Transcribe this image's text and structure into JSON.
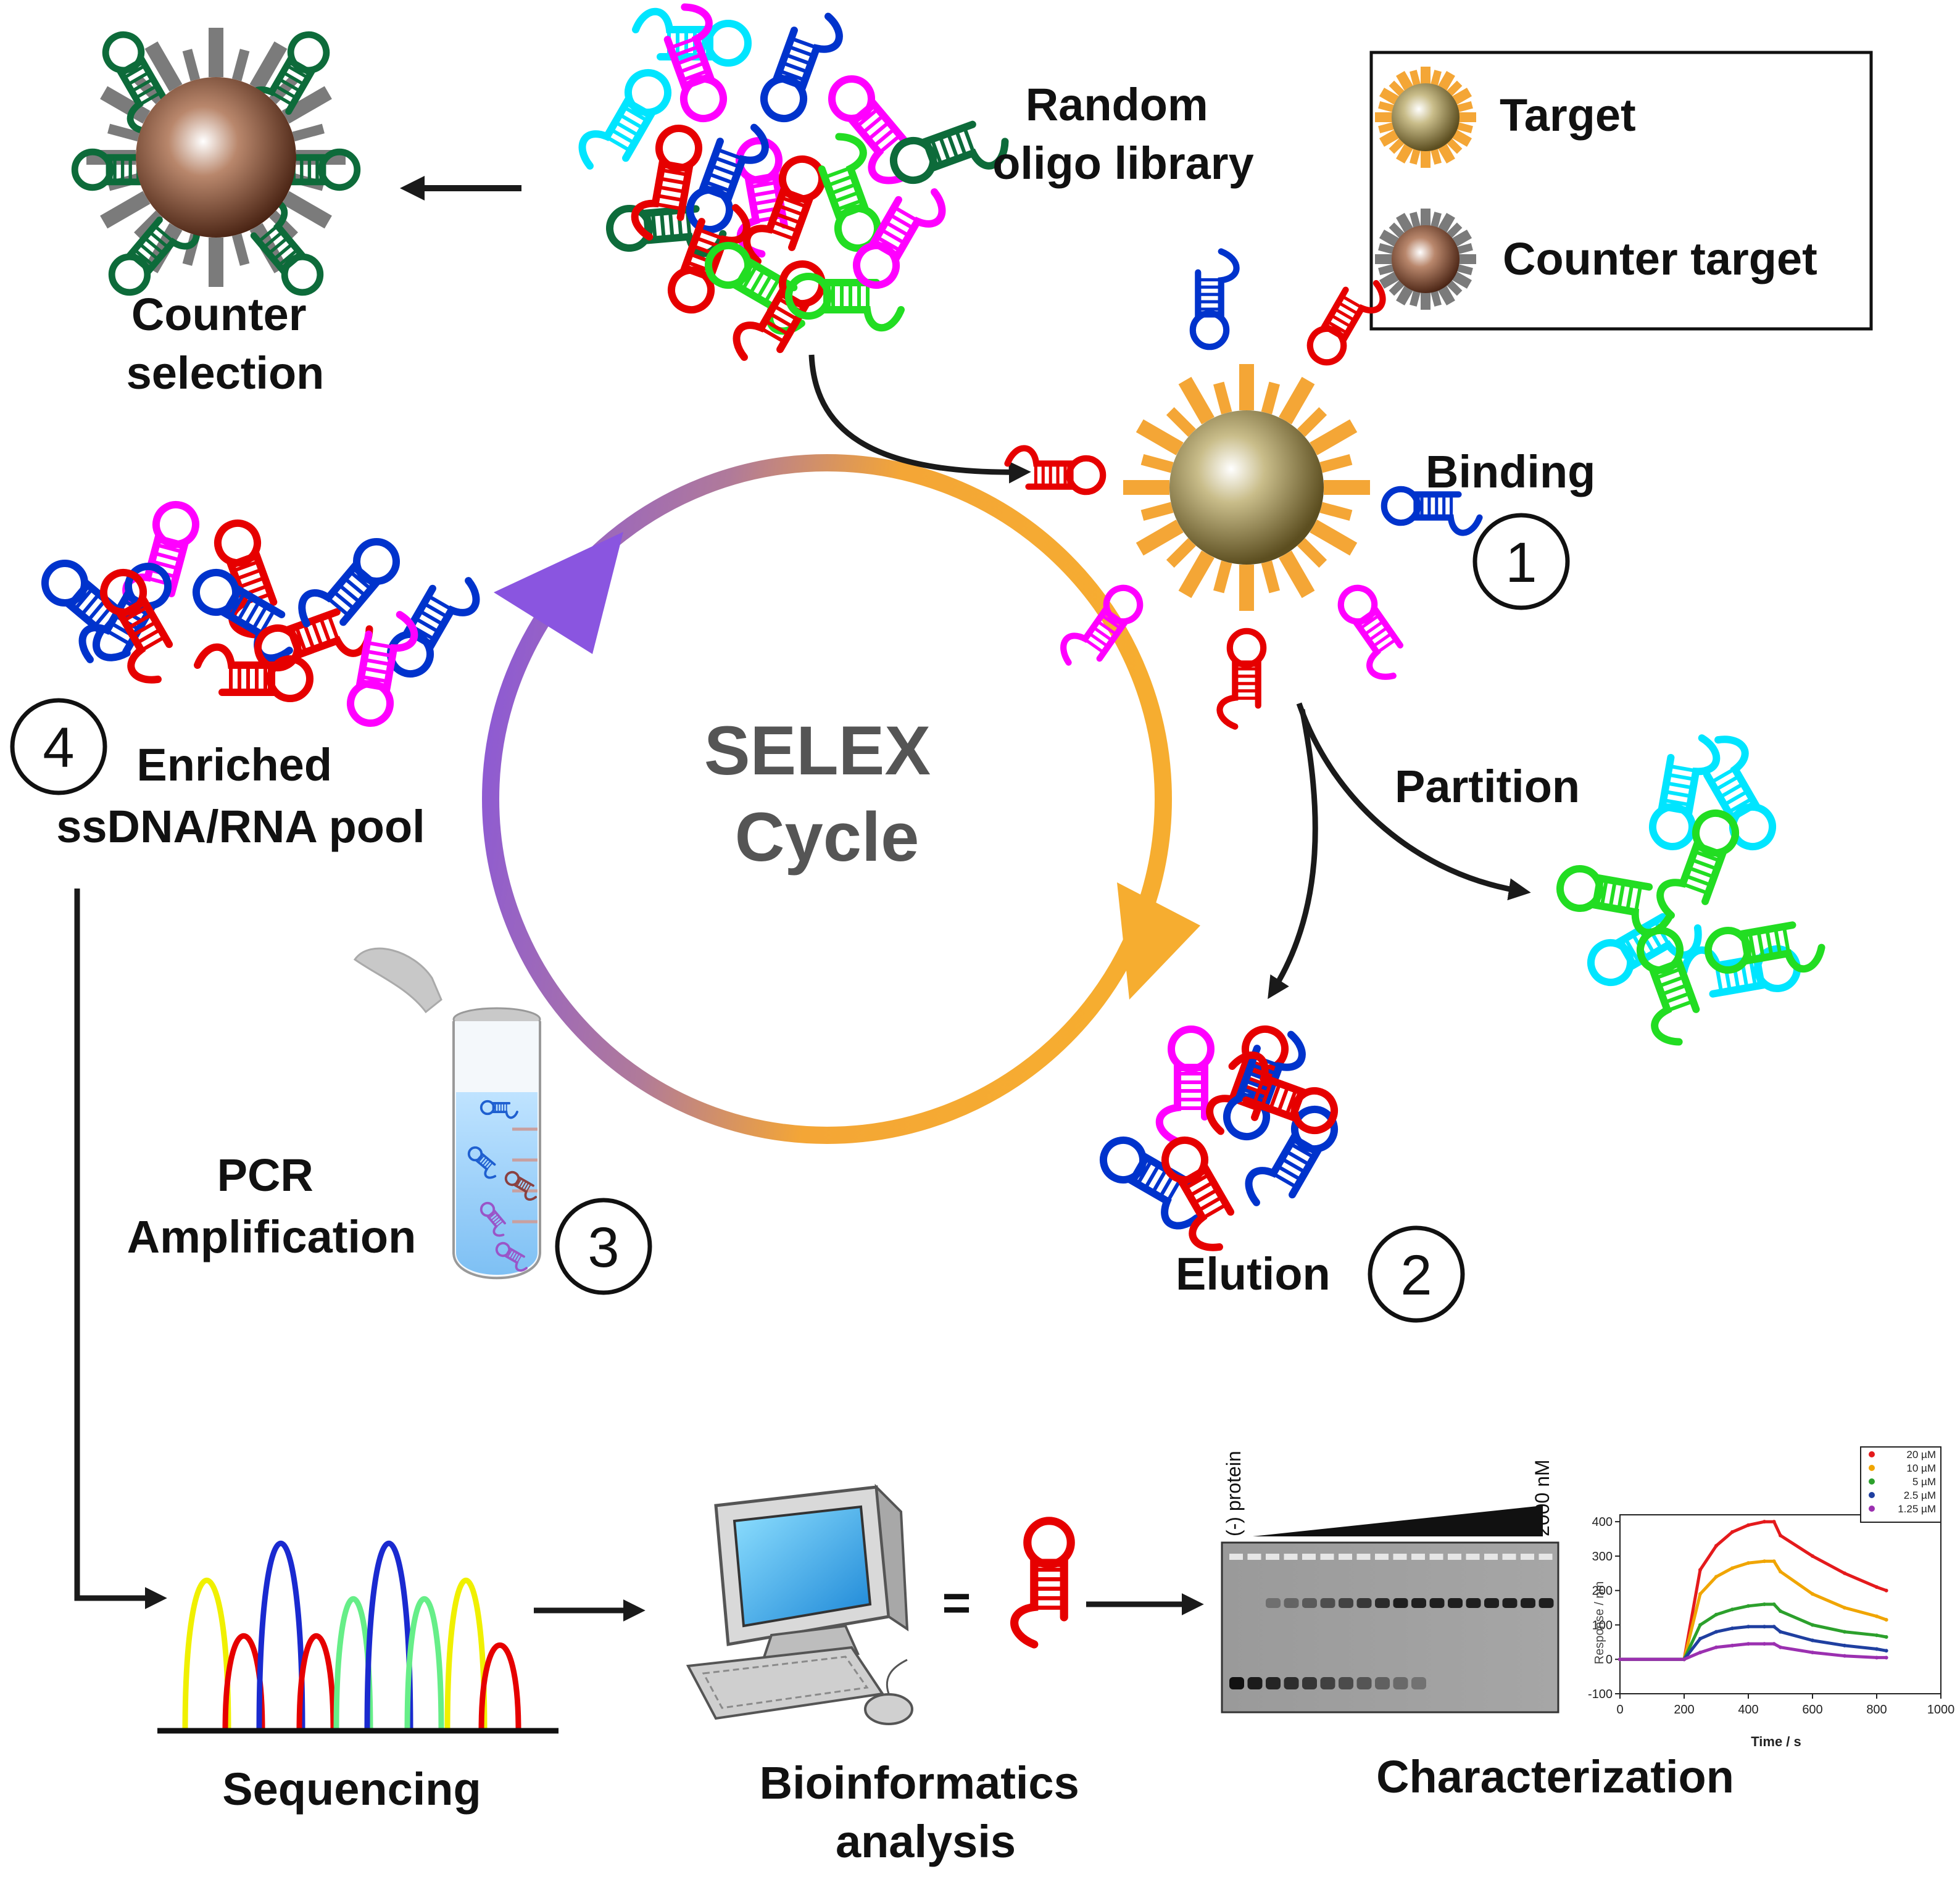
{
  "labels": {
    "random_library": [
      "Random",
      "oligo library"
    ],
    "counter_selection": [
      "Counter",
      "selection"
    ],
    "binding": "Binding",
    "partition": "Partition",
    "elution": "Elution",
    "pcr": [
      "PCR",
      "Amplification"
    ],
    "enriched": [
      "Enriched",
      "ssDNA/RNA pool"
    ],
    "cycle": [
      "SELEX",
      "Cycle"
    ],
    "sequencing": "Sequencing",
    "bioinformatics": [
      "Bioinformatics",
      "analysis"
    ],
    "characterization": "Characterization",
    "equals": "="
  },
  "steps": [
    "1",
    "2",
    "3",
    "4"
  ],
  "legend": {
    "target": "Target",
    "counter_target": "Counter target"
  },
  "gel": {
    "lane_label_left": "(-) protein",
    "lane_label_right": "2000 nM"
  },
  "chart_data": {
    "type": "line",
    "xlabel": "Time / s",
    "ylabel": "Response / nm",
    "xlim": [
      0,
      1000
    ],
    "ylim": [
      -100,
      420
    ],
    "x_ticks": [
      "0",
      "200",
      "400",
      "600",
      "800",
      "1000"
    ],
    "y_ticks": [
      "-100",
      "0",
      "100",
      "200",
      "300",
      "400"
    ],
    "legend_position": "top-right",
    "series": [
      {
        "name": "20 µM",
        "color": "#e41a1c",
        "x": [
          0,
          200,
          250,
          300,
          350,
          400,
          450,
          480,
          500,
          600,
          700,
          800,
          830
        ],
        "y": [
          0,
          0,
          260,
          330,
          370,
          390,
          400,
          400,
          360,
          300,
          250,
          210,
          200
        ]
      },
      {
        "name": "10 µM",
        "color": "#f0a500",
        "x": [
          0,
          200,
          250,
          300,
          350,
          400,
          450,
          480,
          500,
          600,
          700,
          800,
          830
        ],
        "y": [
          0,
          0,
          190,
          240,
          265,
          280,
          285,
          285,
          255,
          190,
          150,
          125,
          115
        ]
      },
      {
        "name": "5 µM",
        "color": "#2ca02c",
        "x": [
          0,
          200,
          250,
          300,
          350,
          400,
          450,
          480,
          500,
          600,
          700,
          800,
          830
        ],
        "y": [
          0,
          0,
          100,
          130,
          145,
          155,
          160,
          160,
          140,
          100,
          80,
          70,
          65
        ]
      },
      {
        "name": "2.5 µM",
        "color": "#1f3fa0",
        "x": [
          0,
          200,
          250,
          300,
          350,
          400,
          450,
          480,
          500,
          600,
          700,
          800,
          830
        ],
        "y": [
          0,
          0,
          60,
          80,
          90,
          95,
          95,
          95,
          80,
          55,
          40,
          30,
          25
        ]
      },
      {
        "name": "1.25 µM",
        "color": "#9b30b0",
        "x": [
          0,
          200,
          250,
          300,
          350,
          400,
          450,
          480,
          500,
          600,
          700,
          800,
          830
        ],
        "y": [
          0,
          0,
          20,
          35,
          40,
          45,
          45,
          45,
          35,
          20,
          10,
          5,
          5
        ]
      }
    ]
  }
}
